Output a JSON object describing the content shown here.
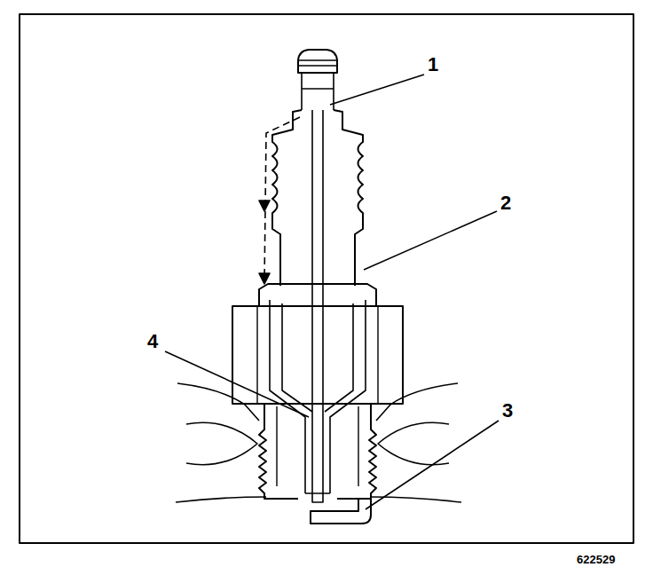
{
  "diagram": {
    "labels": [
      "1",
      "2",
      "3",
      "4",
      "622529"
    ]
  }
}
